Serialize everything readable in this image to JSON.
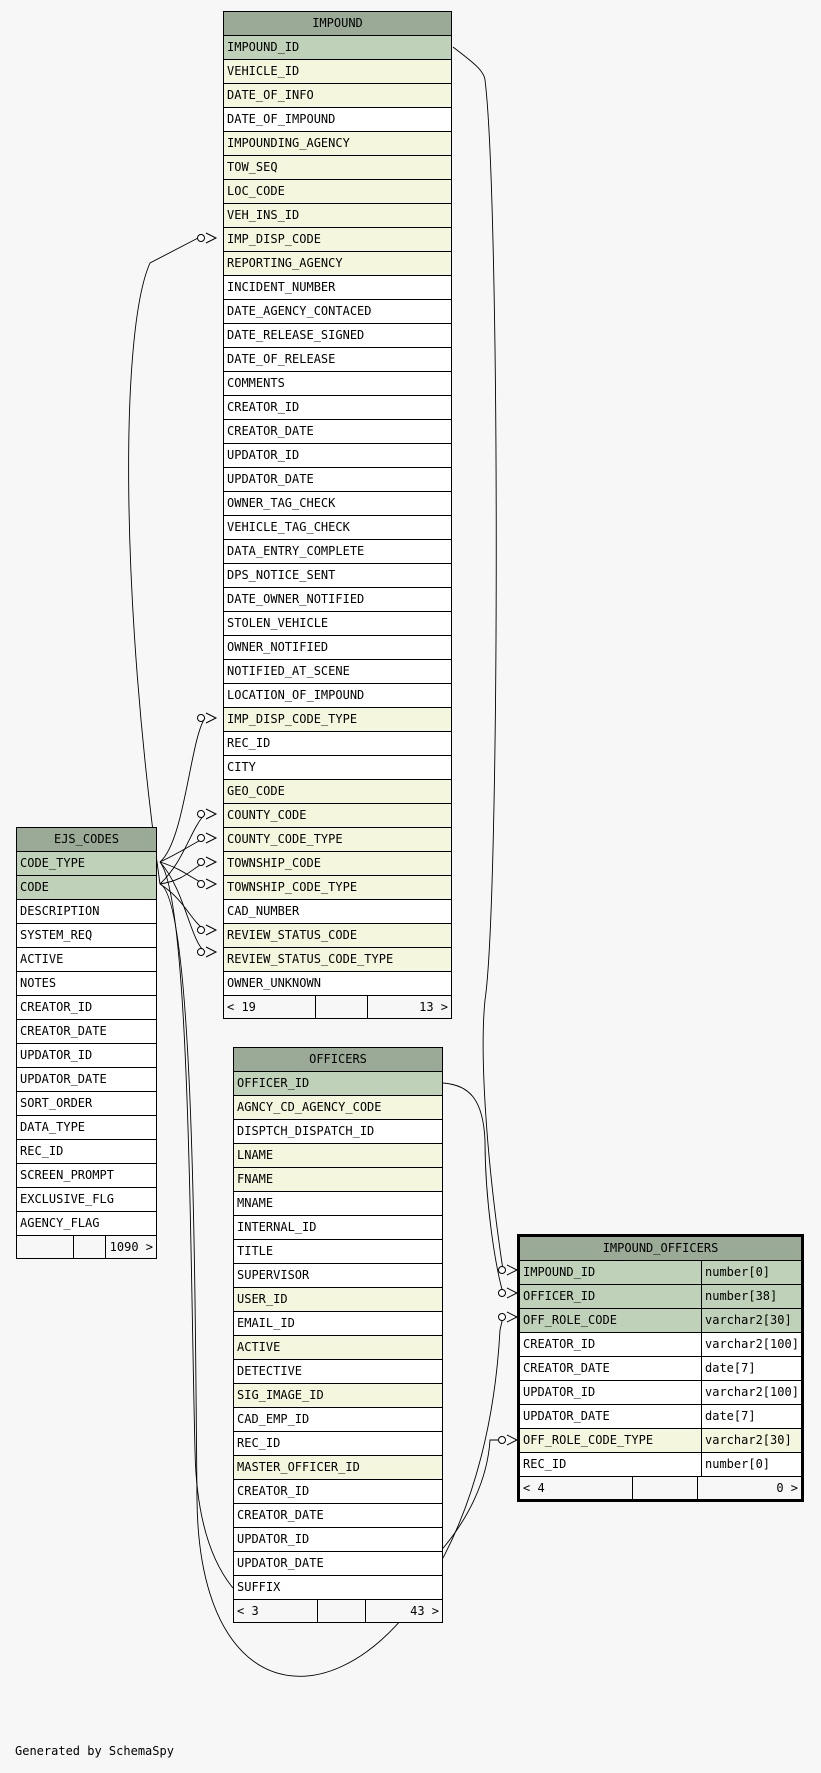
{
  "tables": {
    "impound": {
      "title": "IMPOUND",
      "columns": [
        {
          "name": "IMPOUND_ID",
          "kind": "pk"
        },
        {
          "name": "VEHICLE_ID",
          "kind": "fk"
        },
        {
          "name": "DATE_OF_INFO",
          "kind": "fk"
        },
        {
          "name": "DATE_OF_IMPOUND",
          "kind": "plain"
        },
        {
          "name": "IMPOUNDING_AGENCY",
          "kind": "fk"
        },
        {
          "name": "TOW_SEQ",
          "kind": "fk"
        },
        {
          "name": "LOC_CODE",
          "kind": "fk"
        },
        {
          "name": "VEH_INS_ID",
          "kind": "fk"
        },
        {
          "name": "IMP_DISP_CODE",
          "kind": "fk"
        },
        {
          "name": "REPORTING_AGENCY",
          "kind": "fk"
        },
        {
          "name": "INCIDENT_NUMBER",
          "kind": "plain"
        },
        {
          "name": "DATE_AGENCY_CONTACED",
          "kind": "plain"
        },
        {
          "name": "DATE_RELEASE_SIGNED",
          "kind": "plain"
        },
        {
          "name": "DATE_OF_RELEASE",
          "kind": "plain"
        },
        {
          "name": "COMMENTS",
          "kind": "plain"
        },
        {
          "name": "CREATOR_ID",
          "kind": "plain"
        },
        {
          "name": "CREATOR_DATE",
          "kind": "plain"
        },
        {
          "name": "UPDATOR_ID",
          "kind": "plain"
        },
        {
          "name": "UPDATOR_DATE",
          "kind": "plain"
        },
        {
          "name": "OWNER_TAG_CHECK",
          "kind": "plain"
        },
        {
          "name": "VEHICLE_TAG_CHECK",
          "kind": "plain"
        },
        {
          "name": "DATA_ENTRY_COMPLETE",
          "kind": "plain"
        },
        {
          "name": "DPS_NOTICE_SENT",
          "kind": "plain"
        },
        {
          "name": "DATE_OWNER_NOTIFIED",
          "kind": "plain"
        },
        {
          "name": "STOLEN_VEHICLE",
          "kind": "plain"
        },
        {
          "name": "OWNER_NOTIFIED",
          "kind": "plain"
        },
        {
          "name": "NOTIFIED_AT_SCENE",
          "kind": "plain"
        },
        {
          "name": "LOCATION_OF_IMPOUND",
          "kind": "plain"
        },
        {
          "name": "IMP_DISP_CODE_TYPE",
          "kind": "fk"
        },
        {
          "name": "REC_ID",
          "kind": "plain"
        },
        {
          "name": "CITY",
          "kind": "plain"
        },
        {
          "name": "GEO_CODE",
          "kind": "fk"
        },
        {
          "name": "COUNTY_CODE",
          "kind": "fk"
        },
        {
          "name": "COUNTY_CODE_TYPE",
          "kind": "fk"
        },
        {
          "name": "TOWNSHIP_CODE",
          "kind": "fk"
        },
        {
          "name": "TOWNSHIP_CODE_TYPE",
          "kind": "fk"
        },
        {
          "name": "CAD_NUMBER",
          "kind": "plain"
        },
        {
          "name": "REVIEW_STATUS_CODE",
          "kind": "fk"
        },
        {
          "name": "REVIEW_STATUS_CODE_TYPE",
          "kind": "fk"
        },
        {
          "name": "OWNER_UNKNOWN",
          "kind": "plain"
        }
      ],
      "footer": [
        "< 19",
        "",
        "13 >"
      ]
    },
    "ejs_codes": {
      "title": "EJS_CODES",
      "columns": [
        {
          "name": "CODE_TYPE",
          "kind": "pk"
        },
        {
          "name": "CODE",
          "kind": "pk"
        },
        {
          "name": "DESCRIPTION",
          "kind": "plain"
        },
        {
          "name": "SYSTEM_REQ",
          "kind": "plain"
        },
        {
          "name": "ACTIVE",
          "kind": "plain"
        },
        {
          "name": "NOTES",
          "kind": "plain"
        },
        {
          "name": "CREATOR_ID",
          "kind": "plain"
        },
        {
          "name": "CREATOR_DATE",
          "kind": "plain"
        },
        {
          "name": "UPDATOR_ID",
          "kind": "plain"
        },
        {
          "name": "UPDATOR_DATE",
          "kind": "plain"
        },
        {
          "name": "SORT_ORDER",
          "kind": "plain"
        },
        {
          "name": "DATA_TYPE",
          "kind": "plain"
        },
        {
          "name": "REC_ID",
          "kind": "plain"
        },
        {
          "name": "SCREEN_PROMPT",
          "kind": "plain"
        },
        {
          "name": "EXCLUSIVE_FLG",
          "kind": "plain"
        },
        {
          "name": "AGENCY_FLAG",
          "kind": "plain"
        }
      ],
      "footer": [
        "",
        "",
        "1090 >"
      ]
    },
    "officers": {
      "title": "OFFICERS",
      "columns": [
        {
          "name": "OFFICER_ID",
          "kind": "pk"
        },
        {
          "name": "AGNCY_CD_AGENCY_CODE",
          "kind": "fk"
        },
        {
          "name": "DISPTCH_DISPATCH_ID",
          "kind": "plain"
        },
        {
          "name": "LNAME",
          "kind": "fk"
        },
        {
          "name": "FNAME",
          "kind": "fk"
        },
        {
          "name": "MNAME",
          "kind": "plain"
        },
        {
          "name": "INTERNAL_ID",
          "kind": "plain"
        },
        {
          "name": "TITLE",
          "kind": "plain"
        },
        {
          "name": "SUPERVISOR",
          "kind": "plain"
        },
        {
          "name": "USER_ID",
          "kind": "fk"
        },
        {
          "name": "EMAIL_ID",
          "kind": "plain"
        },
        {
          "name": "ACTIVE",
          "kind": "fk"
        },
        {
          "name": "DETECTIVE",
          "kind": "plain"
        },
        {
          "name": "SIG_IMAGE_ID",
          "kind": "fk"
        },
        {
          "name": "CAD_EMP_ID",
          "kind": "plain"
        },
        {
          "name": "REC_ID",
          "kind": "plain"
        },
        {
          "name": "MASTER_OFFICER_ID",
          "kind": "fk"
        },
        {
          "name": "CREATOR_ID",
          "kind": "plain"
        },
        {
          "name": "CREATOR_DATE",
          "kind": "plain"
        },
        {
          "name": "UPDATOR_ID",
          "kind": "plain"
        },
        {
          "name": "UPDATOR_DATE",
          "kind": "plain"
        },
        {
          "name": "SUFFIX",
          "kind": "plain"
        }
      ],
      "footer": [
        "< 3",
        "",
        "43 >"
      ]
    },
    "impound_officers": {
      "title": "IMPOUND_OFFICERS",
      "columns": [
        {
          "name": "IMPOUND_ID",
          "type": "number[0]",
          "kind": "pk"
        },
        {
          "name": "OFFICER_ID",
          "type": "number[38]",
          "kind": "pk"
        },
        {
          "name": "OFF_ROLE_CODE",
          "type": "varchar2[30]",
          "kind": "pk"
        },
        {
          "name": "CREATOR_ID",
          "type": "varchar2[100]",
          "kind": "plain"
        },
        {
          "name": "CREATOR_DATE",
          "type": "date[7]",
          "kind": "plain"
        },
        {
          "name": "UPDATOR_ID",
          "type": "varchar2[100]",
          "kind": "plain"
        },
        {
          "name": "UPDATOR_DATE",
          "type": "date[7]",
          "kind": "plain"
        },
        {
          "name": "OFF_ROLE_CODE_TYPE",
          "type": "varchar2[30]",
          "kind": "fk"
        },
        {
          "name": "REC_ID",
          "type": "number[0]",
          "kind": "plain"
        }
      ],
      "footer": [
        "< 4",
        "",
        "0 >"
      ]
    }
  },
  "colors": {
    "header": "#9aaa96",
    "primary_key": "#bfd1b8",
    "foreign_key": "#f4f7dd",
    "plain": "#ffffff",
    "background": "#f7f7f7"
  },
  "relationships": [
    {
      "from": "impound.IMP_DISP_CODE",
      "to": "ejs_codes.CODE"
    },
    {
      "from": "impound.IMP_DISP_CODE_TYPE",
      "to": "ejs_codes.CODE_TYPE"
    },
    {
      "from": "impound.COUNTY_CODE",
      "to": "ejs_codes.CODE"
    },
    {
      "from": "impound.COUNTY_CODE_TYPE",
      "to": "ejs_codes.CODE_TYPE"
    },
    {
      "from": "impound.TOWNSHIP_CODE",
      "to": "ejs_codes.CODE"
    },
    {
      "from": "impound.TOWNSHIP_CODE_TYPE",
      "to": "ejs_codes.CODE_TYPE"
    },
    {
      "from": "impound.REVIEW_STATUS_CODE",
      "to": "ejs_codes.CODE"
    },
    {
      "from": "impound.REVIEW_STATUS_CODE_TYPE",
      "to": "ejs_codes.CODE_TYPE"
    },
    {
      "from": "impound_officers.IMPOUND_ID",
      "to": "impound.IMPOUND_ID"
    },
    {
      "from": "impound_officers.OFFICER_ID",
      "to": "officers.OFFICER_ID"
    },
    {
      "from": "impound_officers.OFF_ROLE_CODE",
      "to": "ejs_codes.CODE"
    },
    {
      "from": "impound_officers.OFF_ROLE_CODE_TYPE",
      "to": "ejs_codes.CODE_TYPE"
    }
  ],
  "footer_text": "Generated by SchemaSpy"
}
